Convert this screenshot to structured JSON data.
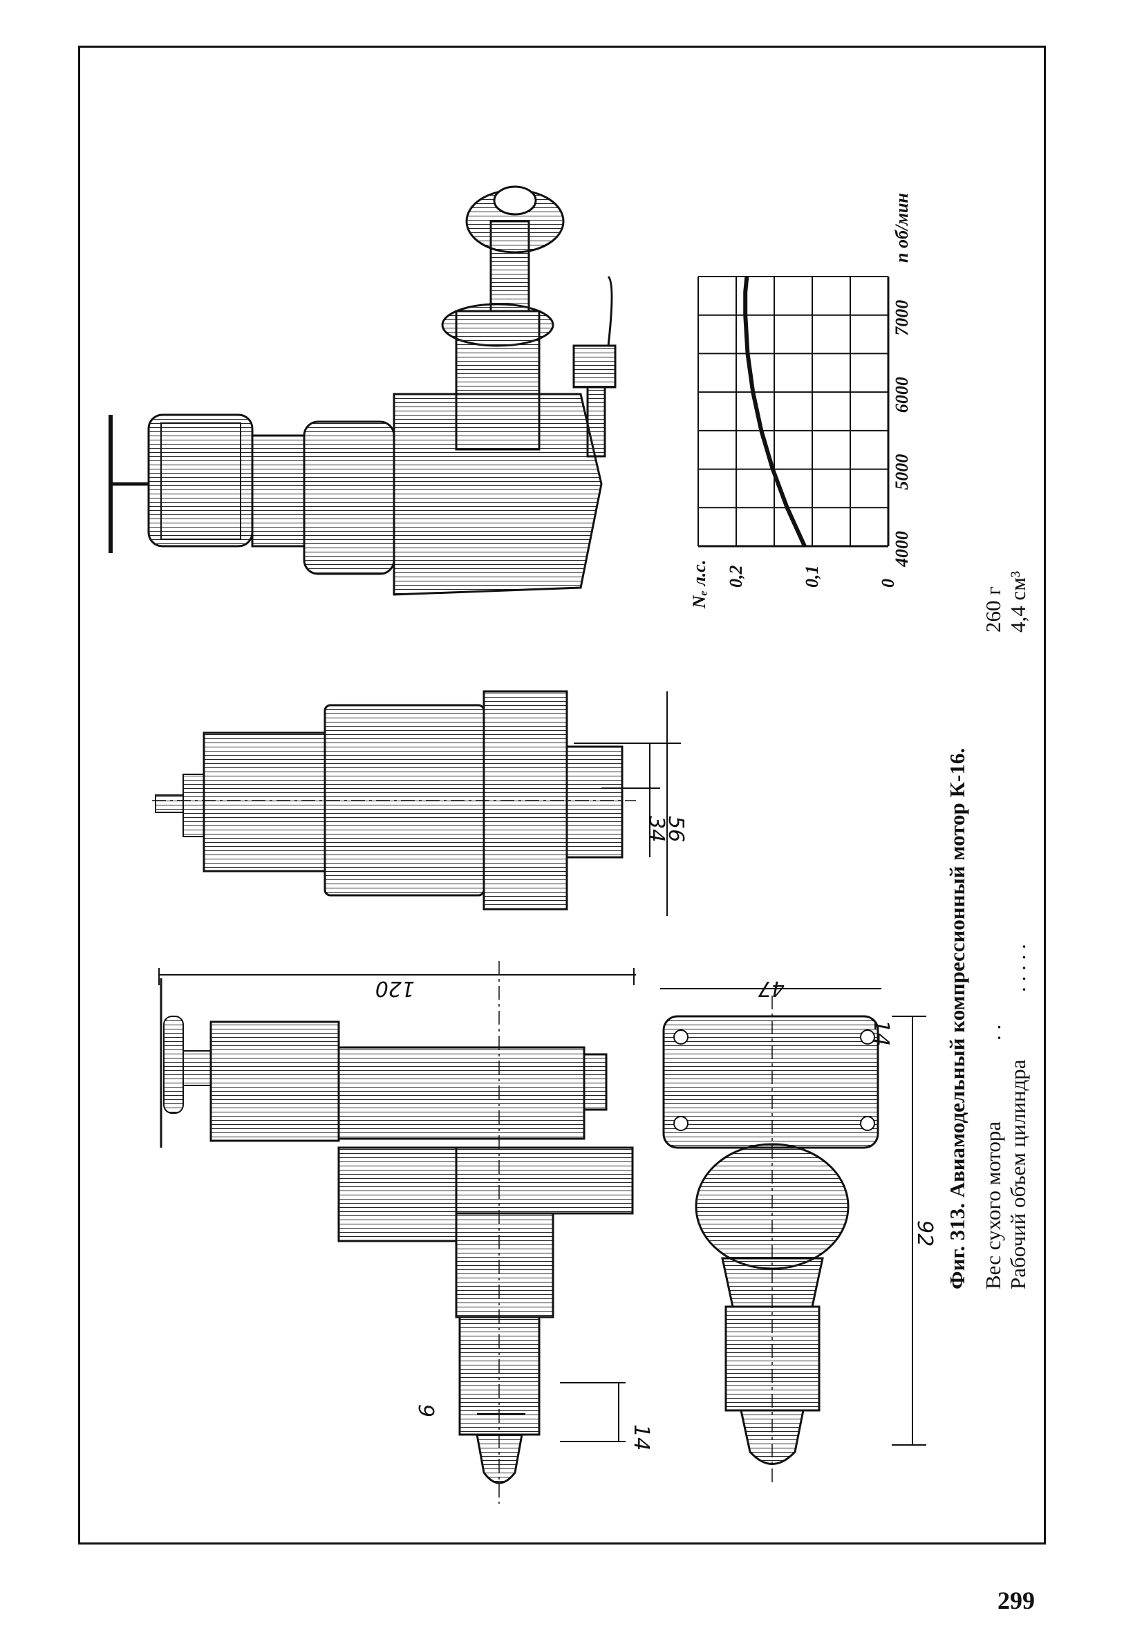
{
  "page": {
    "number": "299"
  },
  "caption": {
    "title": "Фиг. 313. Авиамодельный компрессионный мотор К-16.",
    "specs": [
      {
        "label": "Вес сухого мотора",
        "dots": ". .",
        "value": "260 г"
      },
      {
        "label": "Рабочий объем цилиндра",
        "dots": ". . . . .",
        "value": "4,4 см³"
      }
    ]
  },
  "drawing_dimensions": {
    "length": "120",
    "crankcase_width": "47",
    "overall_height": "92",
    "mount_offset": "14",
    "shaft_diameter": "6",
    "hub_length": "14",
    "mount_spacing": "34",
    "mount_width": "56"
  },
  "chart_data": {
    "type": "line",
    "xlabel": "n об/мин",
    "ylabel": "Nₑ л.с.",
    "x_ticks": [
      "4000",
      "5000",
      "6000",
      "7000"
    ],
    "y_ticks": [
      "0",
      "0,1",
      "0,2"
    ],
    "xlim": [
      4000,
      7500
    ],
    "ylim": [
      0,
      0.25
    ],
    "series": [
      {
        "x": [
          4000,
          4500,
          5000,
          5500,
          6000,
          6500,
          7000,
          7300,
          7500
        ],
        "y": [
          0.11,
          0.133,
          0.152,
          0.167,
          0.178,
          0.185,
          0.188,
          0.188,
          0.186
        ]
      }
    ]
  }
}
